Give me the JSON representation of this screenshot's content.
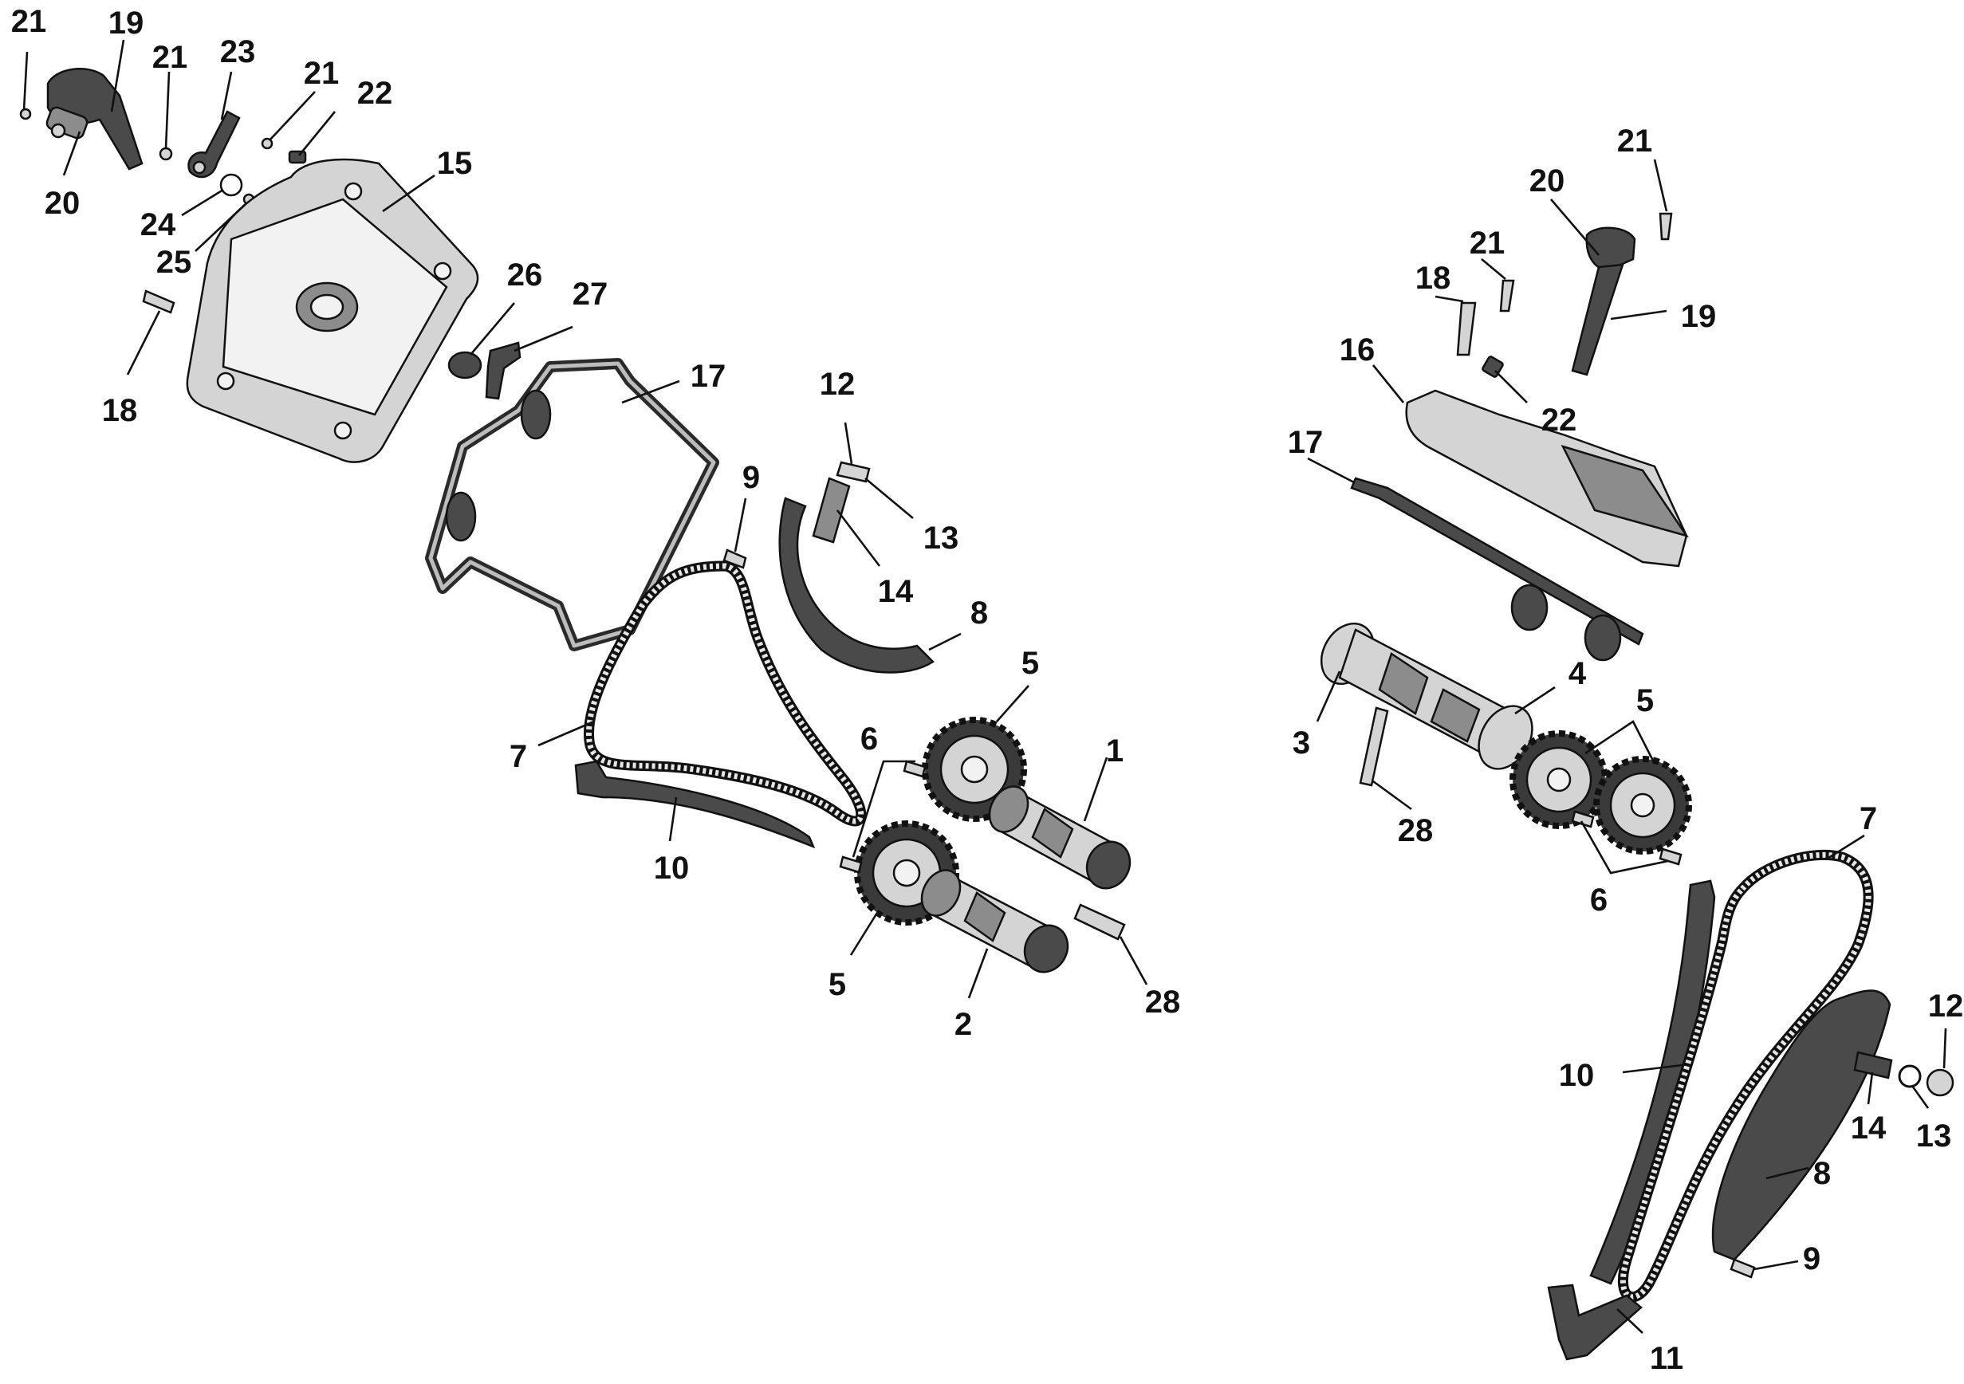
{
  "diagram": {
    "callouts": [
      {
        "id": "c21a",
        "text": "21"
      },
      {
        "id": "c19a",
        "text": "19"
      },
      {
        "id": "c20a",
        "text": "20"
      },
      {
        "id": "c21b",
        "text": "21"
      },
      {
        "id": "c23",
        "text": "23"
      },
      {
        "id": "c21c",
        "text": "21"
      },
      {
        "id": "c22a",
        "text": "22"
      },
      {
        "id": "c15",
        "text": "15"
      },
      {
        "id": "c24",
        "text": "24"
      },
      {
        "id": "c25",
        "text": "25"
      },
      {
        "id": "c26",
        "text": "26"
      },
      {
        "id": "c27",
        "text": "27"
      },
      {
        "id": "c18a",
        "text": "18"
      },
      {
        "id": "c17a",
        "text": "17"
      },
      {
        "id": "c12a",
        "text": "12"
      },
      {
        "id": "c13a",
        "text": "13"
      },
      {
        "id": "c14a",
        "text": "14"
      },
      {
        "id": "c9a",
        "text": "9"
      },
      {
        "id": "c8a",
        "text": "8"
      },
      {
        "id": "c7a",
        "text": "7"
      },
      {
        "id": "c5a",
        "text": "5"
      },
      {
        "id": "c6a",
        "text": "6"
      },
      {
        "id": "c1",
        "text": "1"
      },
      {
        "id": "c10a",
        "text": "10"
      },
      {
        "id": "c5b",
        "text": "5"
      },
      {
        "id": "c2",
        "text": "2"
      },
      {
        "id": "c28a",
        "text": "28"
      },
      {
        "id": "c21d",
        "text": "21"
      },
      {
        "id": "c20b",
        "text": "20"
      },
      {
        "id": "c21e",
        "text": "21"
      },
      {
        "id": "c18b",
        "text": "18"
      },
      {
        "id": "c19b",
        "text": "19"
      },
      {
        "id": "c16",
        "text": "16"
      },
      {
        "id": "c22b",
        "text": "22"
      },
      {
        "id": "c17b",
        "text": "17"
      },
      {
        "id": "c4",
        "text": "4"
      },
      {
        "id": "c3",
        "text": "3"
      },
      {
        "id": "c5c",
        "text": "5"
      },
      {
        "id": "c28b",
        "text": "28"
      },
      {
        "id": "c6b",
        "text": "6"
      },
      {
        "id": "c7b",
        "text": "7"
      },
      {
        "id": "c12b",
        "text": "12"
      },
      {
        "id": "c10b",
        "text": "10"
      },
      {
        "id": "c14b",
        "text": "14"
      },
      {
        "id": "c13b",
        "text": "13"
      },
      {
        "id": "c8b",
        "text": "8"
      },
      {
        "id": "c9b",
        "text": "9"
      },
      {
        "id": "c11",
        "text": "11"
      }
    ]
  }
}
